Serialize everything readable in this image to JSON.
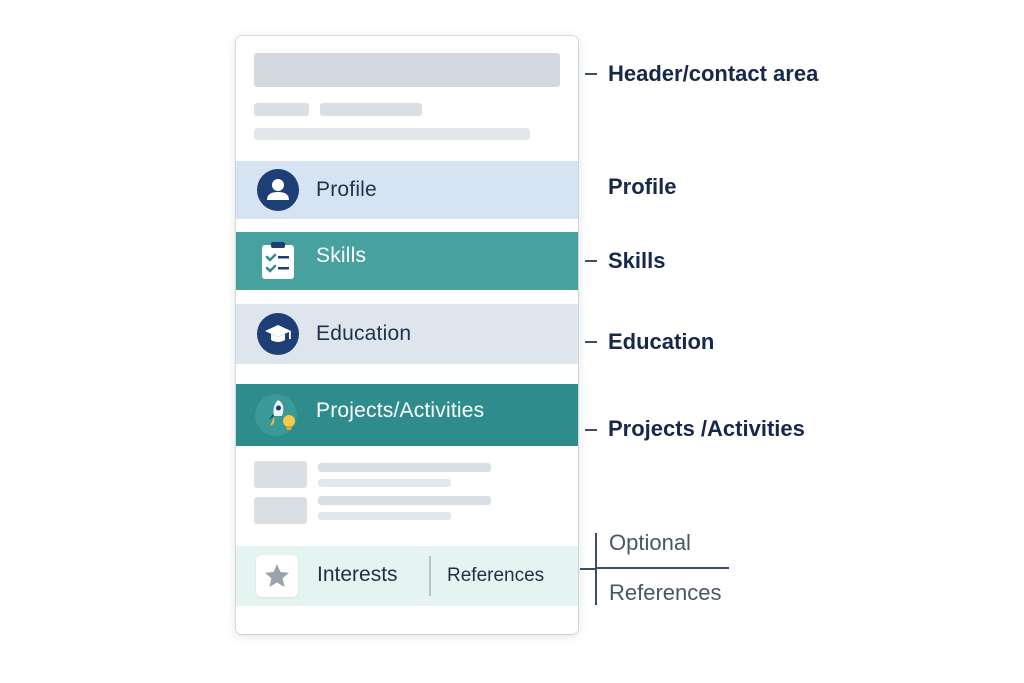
{
  "resume": {
    "sections": {
      "profile": {
        "label": "Profile",
        "icon": "person-icon"
      },
      "skills": {
        "label": "Skills",
        "icon": "checklist-clipboard-icon"
      },
      "education": {
        "label": "Education",
        "icon": "graduation-cap-icon"
      },
      "projects": {
        "label": "Projects/Activities",
        "icon": "rocket-lightbulb-icon"
      },
      "optional": {
        "interests_label": "Interests",
        "interests_icon": "star-icon",
        "references_label": "References"
      }
    }
  },
  "callouts": {
    "header": "Header/contact area",
    "profile": "Profile",
    "skills": "Skills",
    "education": "Education",
    "projects": "Projects /Activities",
    "optional_top": "Optional",
    "optional_bottom": "References"
  },
  "colors": {
    "navy": "#1e3e76",
    "teal": "#47a19e",
    "teal_dark": "#2e8d8c",
    "light_blue": "#d5e3f2",
    "mint": "#e6f4f1",
    "text_dark": "#17284a"
  }
}
